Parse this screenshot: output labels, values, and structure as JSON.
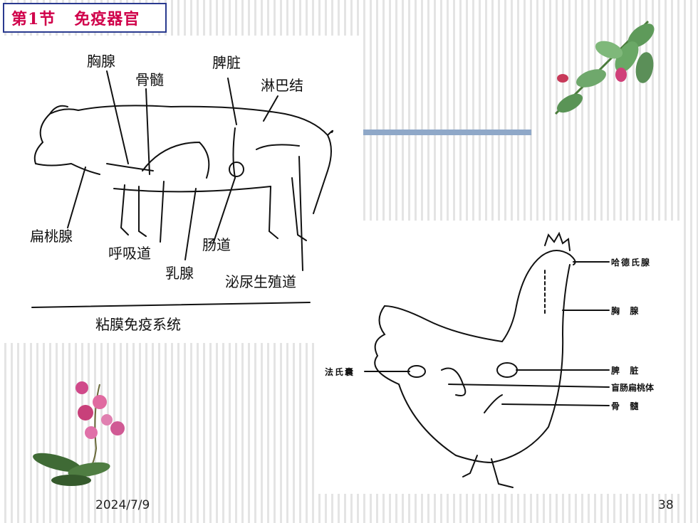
{
  "slide": {
    "title": "第1节   免疫器官",
    "footer_date": "2024/7/9",
    "page_number": "38"
  },
  "pig_diagram": {
    "labels": {
      "thymus": "胸腺",
      "bone_marrow": "骨髓",
      "spleen": "脾脏",
      "lymph_node": "淋巴结",
      "tonsil": "扁桃腺",
      "respiratory_tract": "呼吸道",
      "intestinal_tract": "肠道",
      "mammary_gland": "乳腺",
      "urogenital_tract": "泌尿生殖道",
      "mucosal_immune_system": "粘膜免疫系统"
    }
  },
  "chicken_diagram": {
    "labels": {
      "harderian_gland": "哈德氏腺",
      "thymus": "胸  腺",
      "bursa": "法氏囊",
      "spleen": "脾  脏",
      "cecal_tonsil": "盲肠扁桃体",
      "bone_marrow": "骨  髓"
    }
  },
  "colors": {
    "title_text": "#d0004a",
    "title_border": "#2a3a8f",
    "accent_bar": "#8fa8c8"
  },
  "decorations": {
    "top_right": "leaf-branch-with-flower-illustration",
    "bottom_left": "orchid-illustration"
  }
}
